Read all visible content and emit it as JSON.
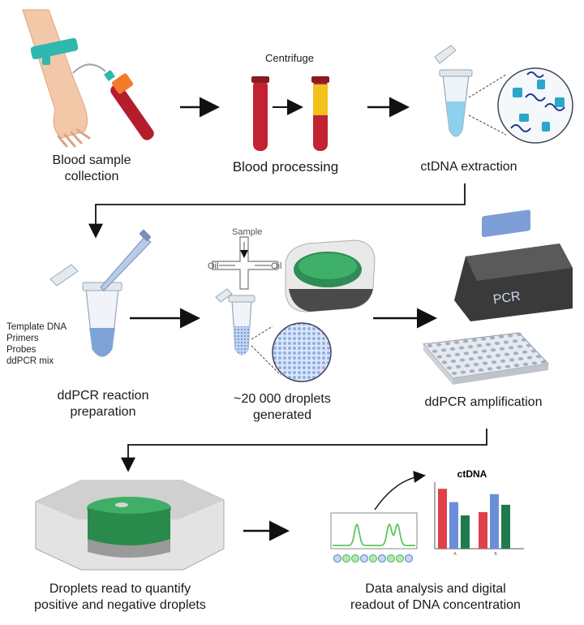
{
  "steps": {
    "collection": {
      "label_line1": "Blood sample",
      "label_line2": "collection"
    },
    "processing": {
      "label": "Blood processing",
      "centrifuge": "Centrifuge"
    },
    "extraction": {
      "label": "ctDNA extraction"
    },
    "reaction": {
      "label_line1": "ddPCR reaction",
      "label_line2": "preparation",
      "components": [
        "Template DNA",
        "Primers",
        "Probes",
        "ddPCR mix"
      ]
    },
    "droplets": {
      "label_line1": "~20 000 droplets",
      "label_line2": "generated",
      "sample": "Sample",
      "oil_left": "Oil",
      "oil_right": "Oil"
    },
    "amplification": {
      "label": "ddPCR amplification",
      "machine_text": "PCR"
    },
    "reading": {
      "label_line1": "Droplets read to quantify",
      "label_line2": "positive and negative droplets"
    },
    "analysis": {
      "label_line1": "Data analysis and digital",
      "label_line2": "readout of DNA concentration"
    }
  },
  "chart_data": {
    "type": "bar",
    "title": "ctDNA",
    "categories": [
      "A",
      "B"
    ],
    "series": [
      {
        "color": "#e0404a",
        "values": [
          0.9,
          0.55
        ]
      },
      {
        "color": "#6a8fd8",
        "values": [
          0.7,
          0.82
        ]
      },
      {
        "color": "#1f7a4d",
        "values": [
          0.5,
          0.66
        ]
      }
    ],
    "ylim": [
      0,
      1
    ]
  },
  "peak_plot": {
    "colors": {
      "positive": "#5ec45e",
      "negative": "#6a8fd8"
    }
  }
}
